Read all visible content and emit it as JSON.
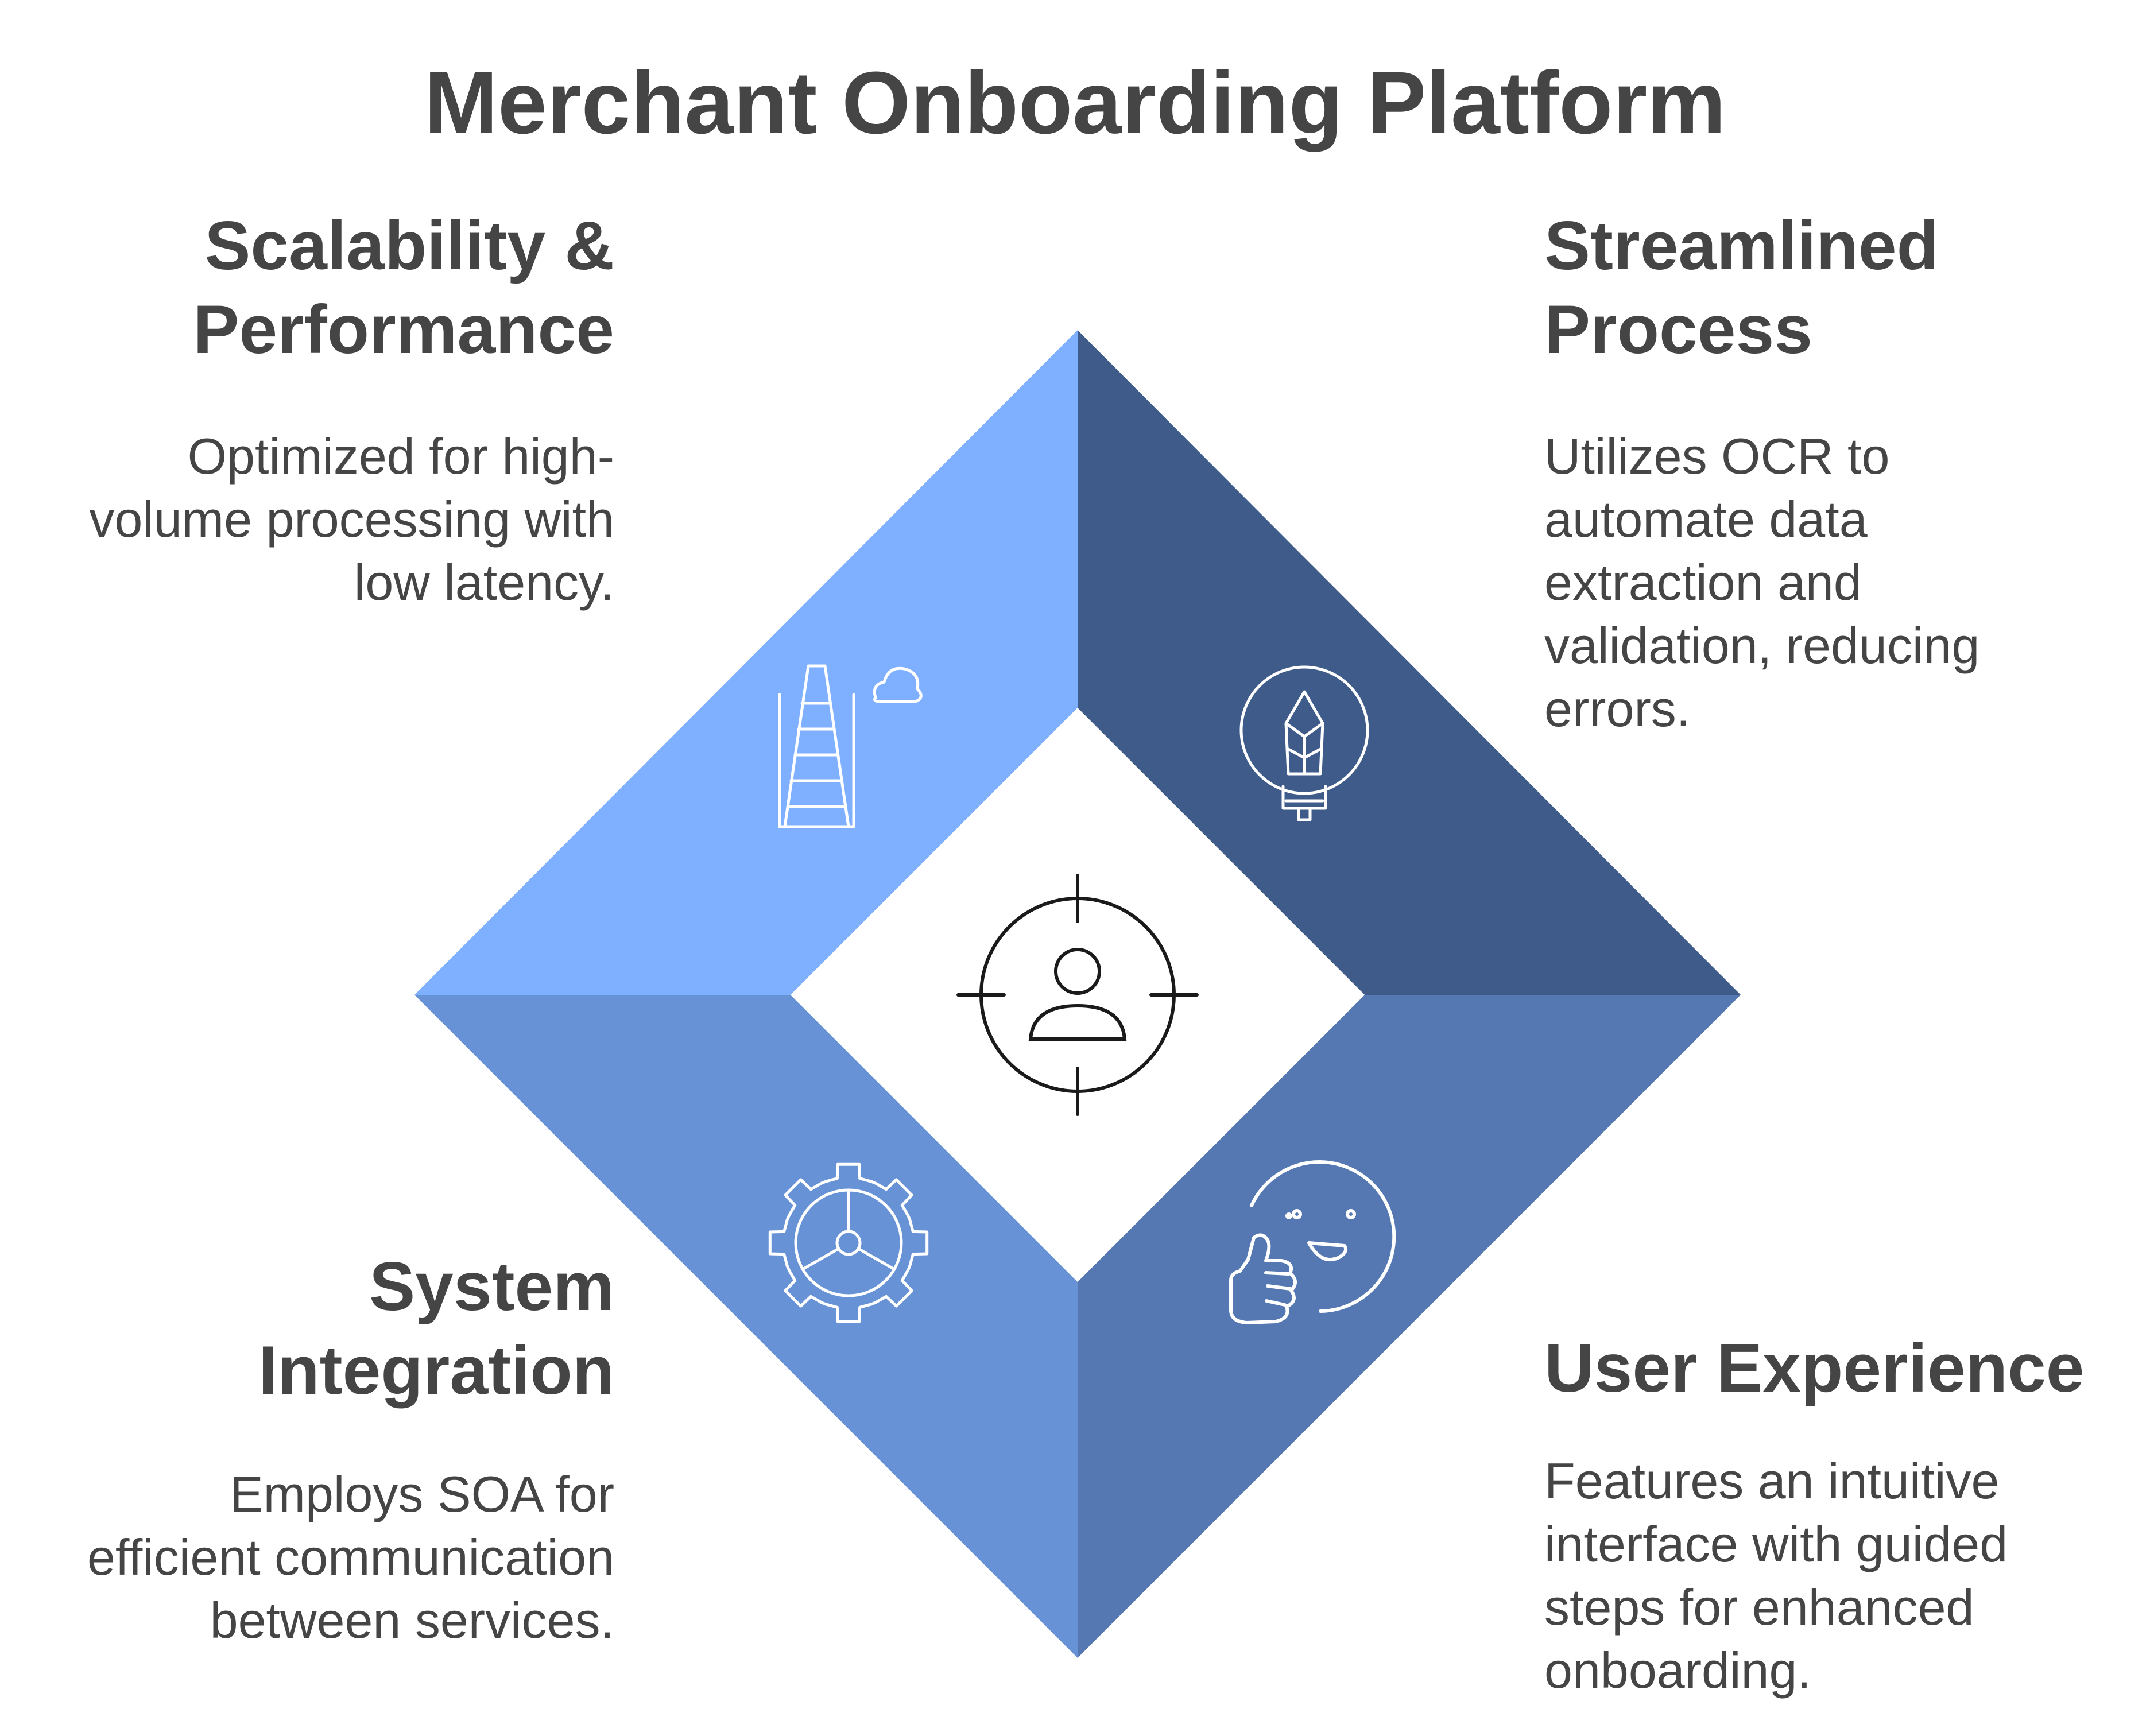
{
  "title": "Merchant Onboarding Platform",
  "colors": {
    "top_left": "#7fafff",
    "top_right": "#3f5b8a",
    "bottom_left": "#6892d6",
    "bottom_right": "#5577b2",
    "text": "#454545",
    "icon_stroke": "#ffffff",
    "center_icon_stroke": "#1a1a1a"
  },
  "center": {
    "icon": "target-user-icon"
  },
  "quadrants": {
    "top_left": {
      "heading": [
        "Scalability &",
        "Performance"
      ],
      "description": [
        "Optimized for high-",
        "volume processing with",
        "low latency."
      ],
      "icon": "tower-cloud-icon"
    },
    "top_right": {
      "heading": [
        "Streamlined",
        "Process"
      ],
      "description": [
        "Utilizes OCR to",
        "automate data",
        "extraction and",
        "validation, reducing",
        "errors."
      ],
      "icon": "pen-nib-bulb-icon"
    },
    "bottom_left": {
      "heading": [
        "System",
        "Integration"
      ],
      "description": [
        "Employs SOA for",
        "efficient communication",
        "between services."
      ],
      "icon": "gear-icon"
    },
    "bottom_right": {
      "heading": [
        "User Experience"
      ],
      "description": [
        "Features an intuitive",
        "interface with guided",
        "steps for enhanced",
        "onboarding."
      ],
      "icon": "smiley-thumbs-up-icon"
    }
  }
}
